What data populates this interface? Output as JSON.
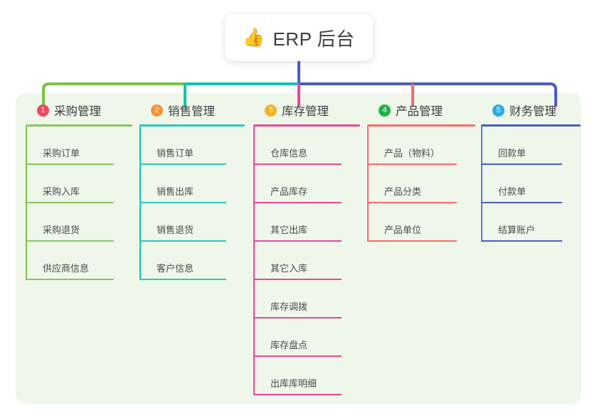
{
  "root": {
    "icon": "thumbs-up-icon",
    "emoji": "👍",
    "label": "ERP 后台"
  },
  "palette": {
    "panel_bg": "#eef7e9",
    "page_bg": "#ffffff",
    "text": "#3d3d42",
    "wire_green": "#7cc242",
    "wire_teal": "#13c2ae",
    "wire_indigo": "#4a5bc4",
    "wire_pink": "#e8479a",
    "wire_salmon": "#f96b6b",
    "wire_blue": "#5b78d8"
  },
  "columns": [
    {
      "number": "1",
      "title": "采购管理",
      "badge_color": "#f0485c",
      "line_color": "#8dc463",
      "drop_color": "#7cc242",
      "items": [
        "采购订单",
        "采购入库",
        "采购退货",
        "供应商信息"
      ]
    },
    {
      "number": "2",
      "title": "销售管理",
      "badge_color": "#f79034",
      "line_color": "#2fc6bd",
      "drop_color": "#13c2ae",
      "items": [
        "销售订单",
        "销售出库",
        "销售退货",
        "客户信息"
      ]
    },
    {
      "number": "3",
      "title": "库存管理",
      "badge_color": "#f5b223",
      "line_color": "#e8479a",
      "drop_color": "#e8479a",
      "items": [
        "仓库信息",
        "产品库存",
        "其它出库",
        "其它入库",
        "库存调拨",
        "库存盘点",
        "出库库明细"
      ]
    },
    {
      "number": "4",
      "title": "产品管理",
      "badge_color": "#22b14c",
      "line_color": "#f96b6b",
      "drop_color": "#f96b6b",
      "items": [
        "产品（物料）",
        "产品分类",
        "产品单位"
      ]
    },
    {
      "number": "5",
      "title": "财务管理",
      "badge_color": "#29abe2",
      "line_color": "#4a5bc4",
      "drop_color": "#5b78d8",
      "items": [
        "回款单",
        "付款单",
        "结算账户"
      ]
    }
  ]
}
